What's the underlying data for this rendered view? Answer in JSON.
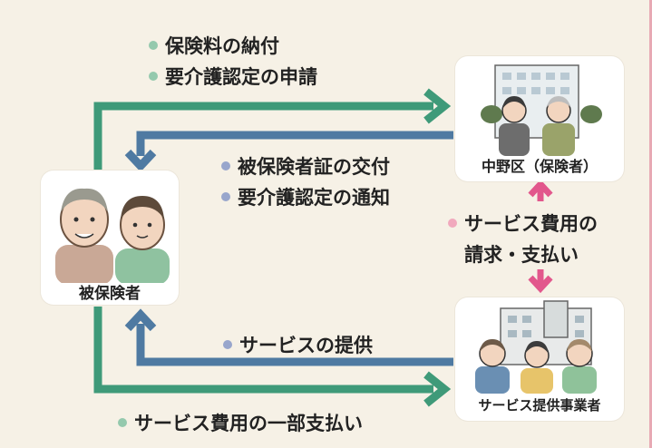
{
  "nodes": {
    "insured_person": "被保険者",
    "insurer": "中野区（保険者）",
    "provider": "サービス提供事業者"
  },
  "flows": {
    "top_to_insurer": [
      "保険料の納付",
      "要介護認定の申請"
    ],
    "insurer_to_insured": [
      "被保険者証の交付",
      "要介護認定の通知"
    ],
    "insurer_provider": [
      "サービス費用の",
      "請求・支払い"
    ],
    "provider_to_insured": [
      "サービスの提供"
    ],
    "insured_to_provider": [
      "サービス費用の一部支払い"
    ]
  },
  "colors": {
    "green_arrow": "#3f9a79",
    "blue_arrow": "#4f7aa2",
    "pink_arrow": "#e2578c",
    "green_dot": "#94c9ad",
    "blue_dot": "#98a6cc",
    "pink_dot": "#f1a9bd"
  }
}
